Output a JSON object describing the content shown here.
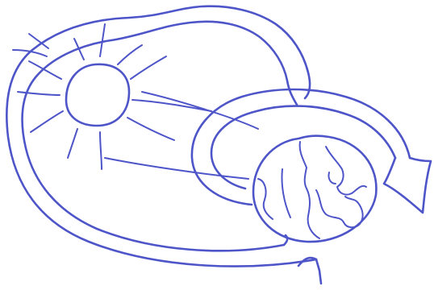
{
  "drawing": {
    "style": "hand-drawn sketch",
    "subject": [
      "sun",
      "earth",
      "orbit-arrows"
    ],
    "ink_color": "#4e55c8",
    "background_color": "#ffffff"
  }
}
